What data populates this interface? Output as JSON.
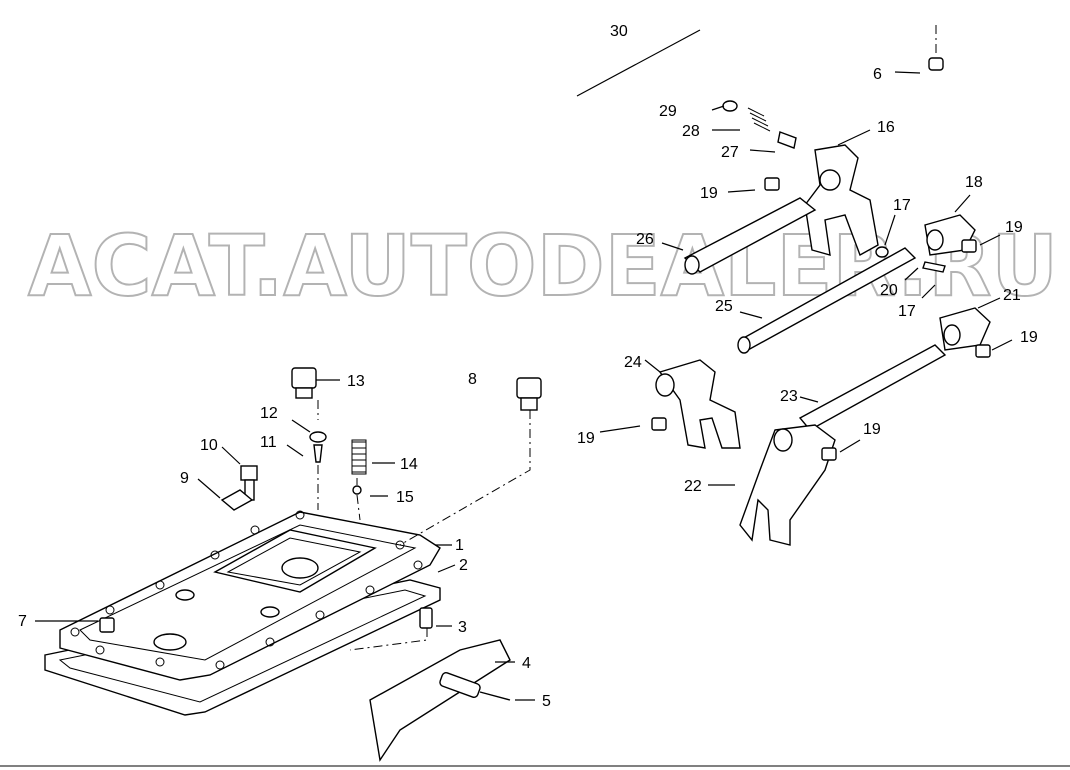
{
  "watermark": "ACAT.AUTODEALER.RU",
  "callouts": {
    "c1": "1",
    "c2": "2",
    "c3": "3",
    "c4": "4",
    "c5": "5",
    "c6": "6",
    "c7": "7",
    "c8": "8",
    "c9": "9",
    "c10": "10",
    "c11": "11",
    "c12": "12",
    "c13": "13",
    "c14": "14",
    "c15": "15",
    "c16": "16",
    "c17a": "17",
    "c17b": "17",
    "c18": "18",
    "c19a": "19",
    "c19b": "19",
    "c19c": "19",
    "c19d": "19",
    "c19e": "19",
    "c20": "20",
    "c21": "21",
    "c22": "22",
    "c23": "23",
    "c24": "24",
    "c25": "25",
    "c26": "26",
    "c27": "27",
    "c28": "28",
    "c29": "29",
    "c30": "30"
  }
}
